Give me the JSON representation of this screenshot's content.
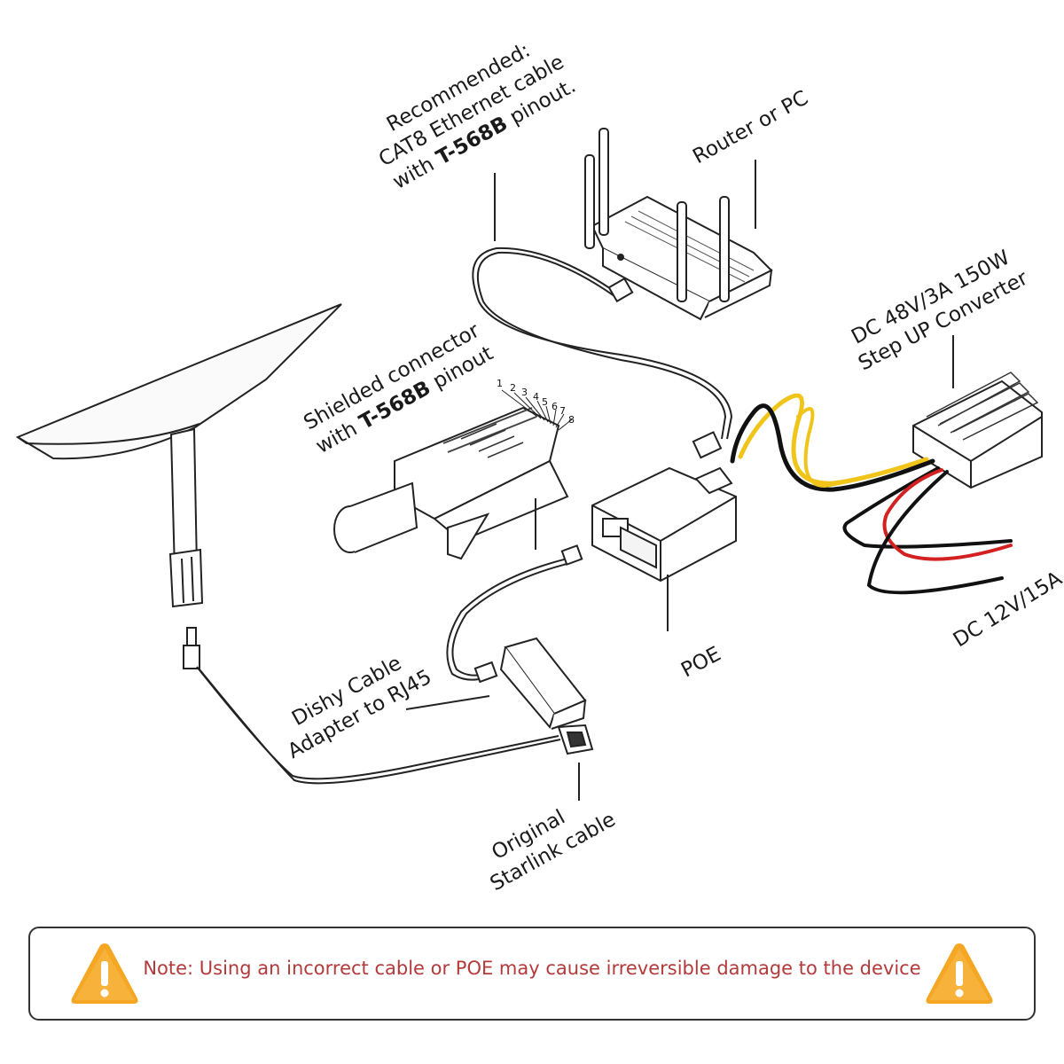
{
  "labels": {
    "recommended_1": "Recommended:",
    "recommended_2": "CAT8 Ethernet cable",
    "recommended_3_pre": "with ",
    "recommended_3_bold": "T-568B",
    "recommended_3_post": " pinout.",
    "router": "Router or PC",
    "converter_1": "DC 48V/3A 150W",
    "converter_2": "Step UP Converter",
    "shielded_1": "Shielded connector",
    "shielded_2_pre": "with ",
    "shielded_2_bold": "T-568B",
    "shielded_2_post": " pinout",
    "pins": [
      "1",
      "2",
      "3",
      "4",
      "5",
      "6",
      "7",
      "8"
    ],
    "poe": "POE",
    "dc_input": "DC 12V/15A",
    "dishy_1": "Dishy Cable",
    "dishy_2": "Adapter to RJ45",
    "original_1": "Original",
    "original_2": "Starlink cable"
  },
  "note": {
    "text": "Note: Using an incorrect cable or POE may cause irreversible damage to the device"
  },
  "colors": {
    "note_text": "#b33a3a",
    "warning_fill": "#f5a623",
    "wire_yellow": "#f0c419",
    "wire_red": "#d32020",
    "wire_black": "#111111"
  }
}
